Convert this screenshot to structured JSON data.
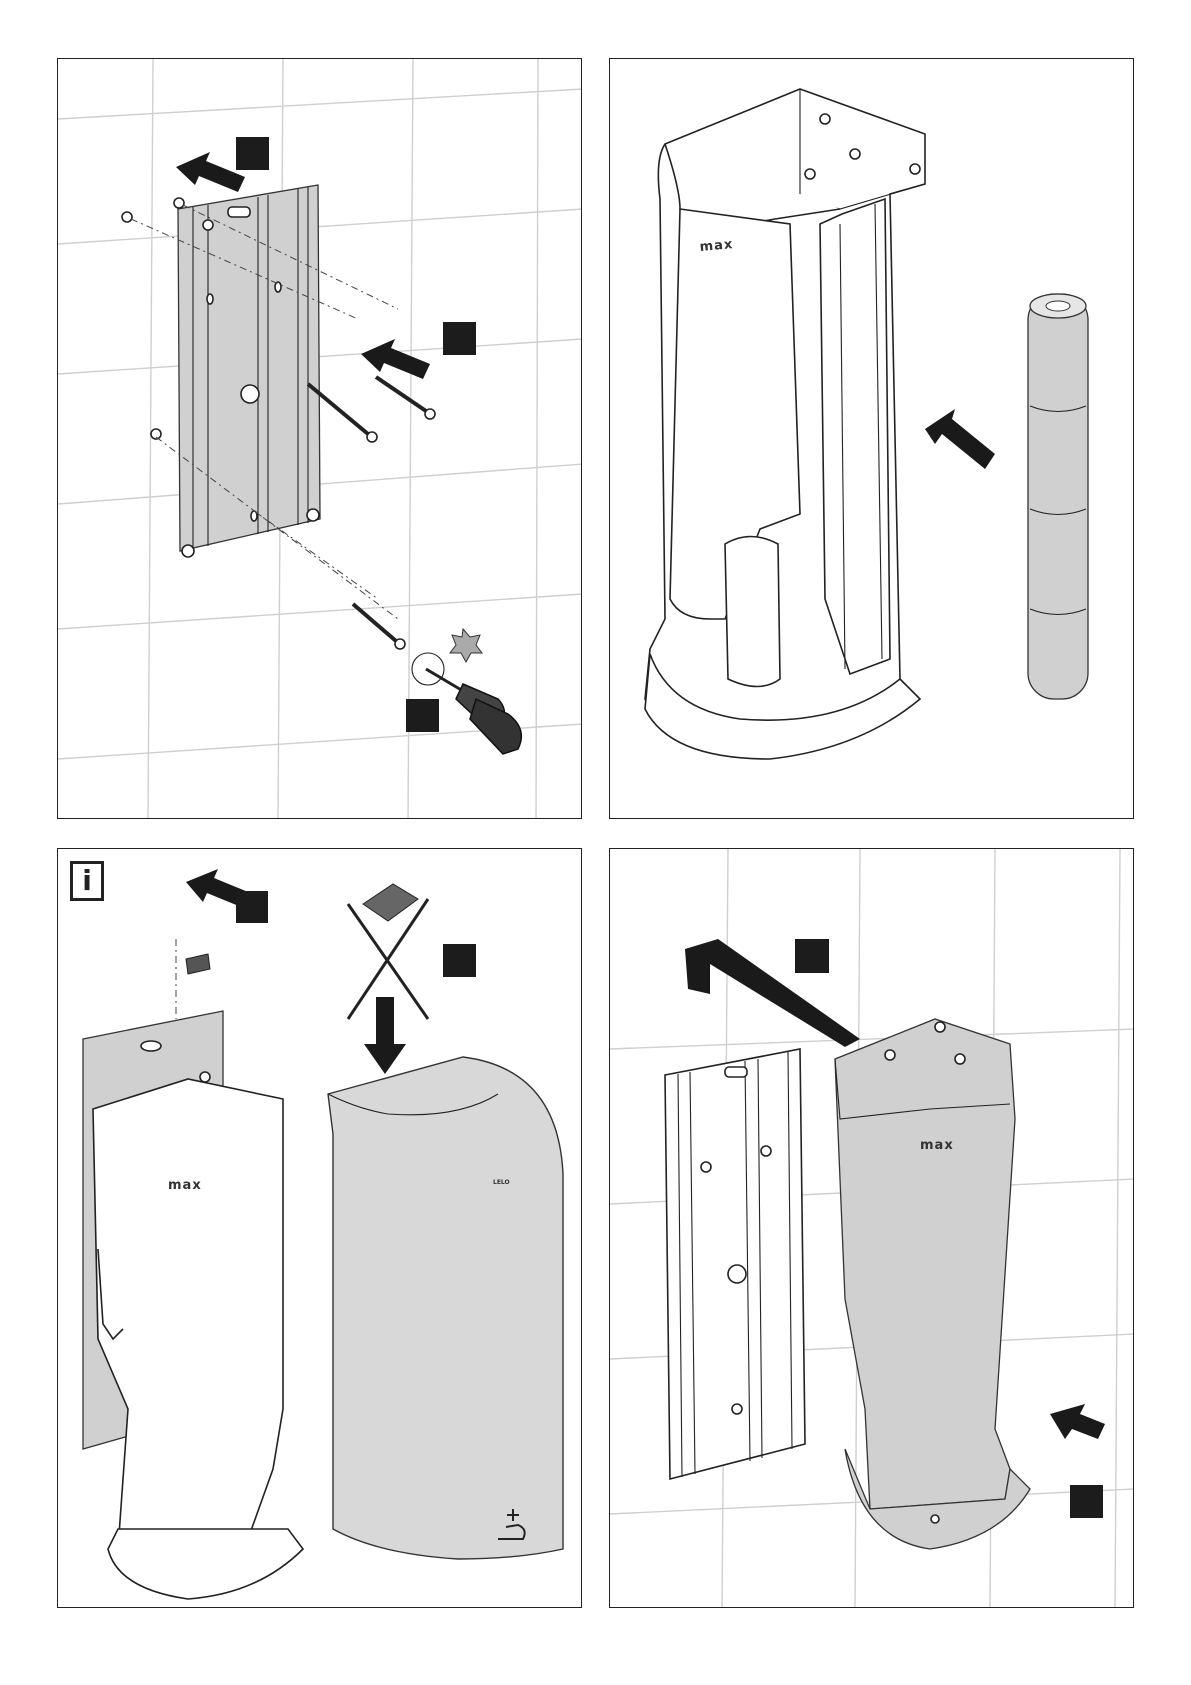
{
  "panels": [
    {
      "id": "panel-1",
      "content": "wall plate mounting with screws and screwdriver"
    },
    {
      "id": "panel-2",
      "content": "battery pack insertion into housing"
    },
    {
      "id": "panel-3",
      "content": "info: clip removal and cover placement"
    },
    {
      "id": "panel-4",
      "content": "housing mounted onto wall plate"
    }
  ],
  "info_badge": "i",
  "product_logo": "max",
  "brand_mark": "LELO",
  "icons": [
    "step-marker-square",
    "direction-arrow",
    "screwdriver-icon",
    "torx-star-icon",
    "battery-pack-icon",
    "hand-sensor-icon",
    "prohibited-cross-icon"
  ],
  "colors": {
    "line": "#222222",
    "panel_fill_grey": "#d0d0d0",
    "tile_lines": "#cfcfcf",
    "marker": "#1c1c1c"
  }
}
